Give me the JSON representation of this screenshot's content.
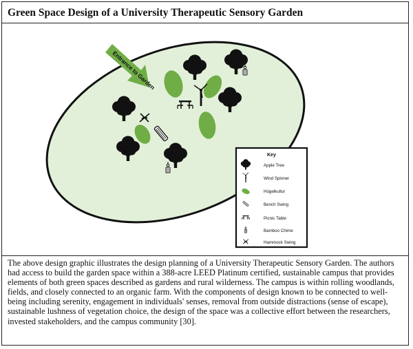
{
  "title": "Green Space Design of a University Therapeutic Sensory Garden",
  "entrance_label": "Entrance to Garden",
  "key": {
    "heading": "Key",
    "items": [
      {
        "label": "Apple Tree",
        "icon": "apple-tree-icon"
      },
      {
        "label": "Wind Spinner",
        "icon": "wind-spinner-icon"
      },
      {
        "label": "Hügelkultur",
        "icon": "hugelkultur-icon"
      },
      {
        "label": "Bench Swing",
        "icon": "bench-swing-icon"
      },
      {
        "label": "Picnic Table",
        "icon": "picnic-table-icon"
      },
      {
        "label": "Bamboo Chime",
        "icon": "bamboo-chime-icon"
      },
      {
        "label": "Hammock Swing",
        "icon": "hammock-swing-icon"
      }
    ]
  },
  "caption": "The above design graphic illustrates the design planning of a University Therapeutic Sensory Garden. The authors had access to build the garden space within a 388-acre LEED Platinum certified, sustainable campus that provides elements of both green spaces described as gardens and rural wilderness. The campus is within rolling woodlands, fields, and closely connected to an organic farm. With the components of design known to be connected to well-being including serenity, engagement in individuals' senses, removal from outside distractions (sense of escape), sustainable lushness of vegetation choice, the design of the space was a collective effort between the researchers, invested stakeholders, and the campus community [30].",
  "colors": {
    "garden_fill": "#e2f0d9",
    "hugelkultur": "#70ad47",
    "arrow": "#70ad47",
    "outline": "#111111"
  }
}
